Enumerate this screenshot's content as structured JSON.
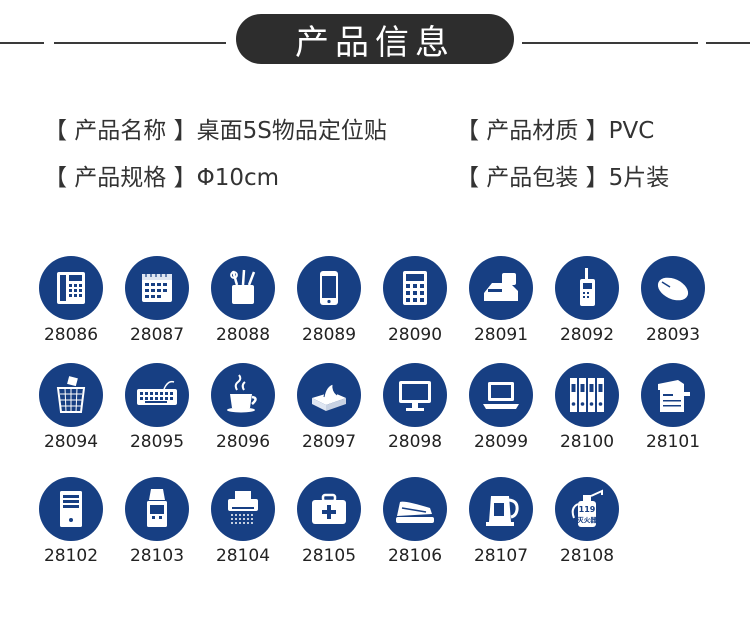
{
  "header": {
    "title": "产品信息"
  },
  "specs": {
    "name_label": "【 产品名称 】",
    "name_value": "桌面5S物品定位贴",
    "material_label": "【 产品材质 】",
    "material_value": "PVC",
    "size_label": "【 产品规格 】",
    "size_value": "Φ10cm",
    "package_label": "【 产品包装 】",
    "package_value": "5片装"
  },
  "colors": {
    "circle": "#173f83",
    "header_bg": "#2d2d2d"
  },
  "items": [
    {
      "code": "28086",
      "icon": "telephone-icon"
    },
    {
      "code": "28087",
      "icon": "calendar-icon"
    },
    {
      "code": "28088",
      "icon": "pen-holder-icon"
    },
    {
      "code": "28089",
      "icon": "mobile-phone-icon"
    },
    {
      "code": "28090",
      "icon": "calculator-icon"
    },
    {
      "code": "28091",
      "icon": "fax-machine-icon"
    },
    {
      "code": "28092",
      "icon": "walkie-talkie-icon"
    },
    {
      "code": "28093",
      "icon": "mouse-icon"
    },
    {
      "code": "28094",
      "icon": "trash-bin-icon"
    },
    {
      "code": "28095",
      "icon": "keyboard-icon"
    },
    {
      "code": "28096",
      "icon": "coffee-cup-icon"
    },
    {
      "code": "28097",
      "icon": "tissue-box-icon"
    },
    {
      "code": "28098",
      "icon": "monitor-icon"
    },
    {
      "code": "28099",
      "icon": "laptop-icon"
    },
    {
      "code": "28100",
      "icon": "binders-icon"
    },
    {
      "code": "28101",
      "icon": "copier-icon"
    },
    {
      "code": "28102",
      "icon": "computer-tower-icon"
    },
    {
      "code": "28103",
      "icon": "water-dispenser-icon"
    },
    {
      "code": "28104",
      "icon": "shredder-icon"
    },
    {
      "code": "28105",
      "icon": "first-aid-kit-icon"
    },
    {
      "code": "28106",
      "icon": "stapler-icon"
    },
    {
      "code": "28107",
      "icon": "electric-kettle-icon"
    },
    {
      "code": "28108",
      "icon": "fire-extinguisher-icon",
      "icon_text_1": "119",
      "icon_text_2": "灭火器"
    }
  ]
}
